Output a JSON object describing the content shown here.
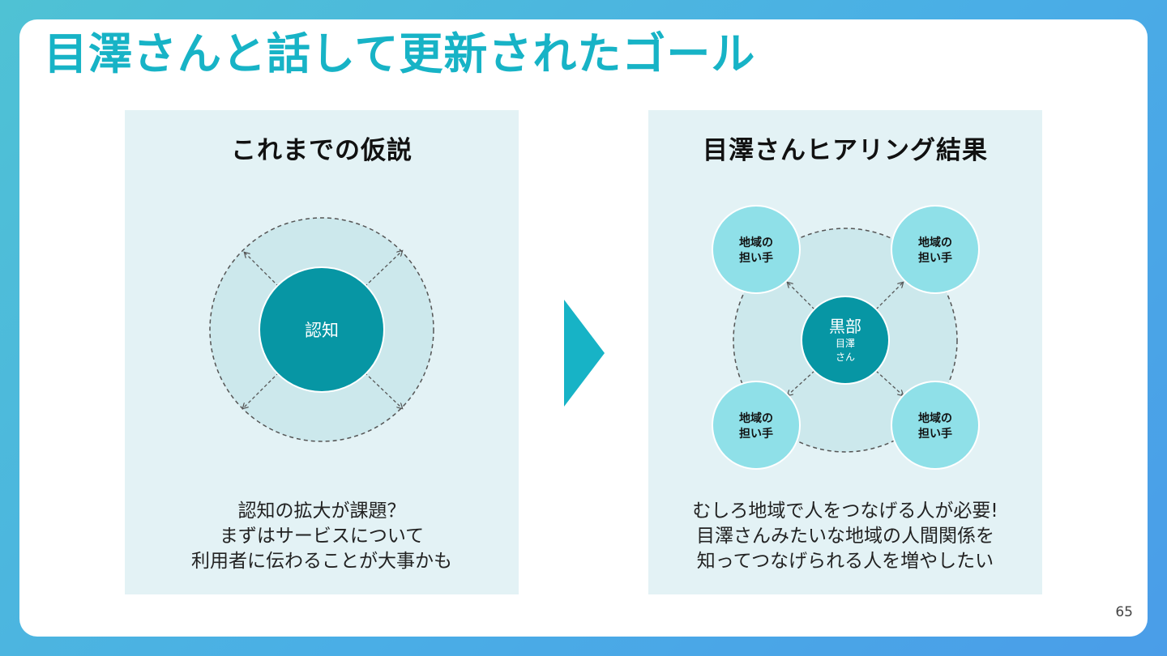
{
  "title": "目澤さんと話して更新されたゴール",
  "page_number": "65",
  "left_panel": {
    "heading": "これまでの仮説",
    "center_label": "認知",
    "description": [
      "認知の拡大が課題？",
      "まずはサービスについて",
      "利用者に伝わることが大事かも"
    ]
  },
  "right_panel": {
    "heading": "目澤さんヒアリング結果",
    "center_label": "黒部",
    "center_sub": [
      "目澤",
      "さん"
    ],
    "nodes": [
      {
        "line1": "地域の",
        "line2": "担い手"
      },
      {
        "line1": "地域の",
        "line2": "担い手"
      },
      {
        "line1": "地域の",
        "line2": "担い手"
      },
      {
        "line1": "地域の",
        "line2": "担い手"
      }
    ],
    "description": [
      "むしろ地域で人をつなげる人が必要!",
      "目澤さんみたいな地域の人間関係を",
      "知ってつなげられる人を増やしたい"
    ]
  },
  "colors": {
    "accent": "#17b3c6",
    "center_circle": "#0796a4",
    "ring": "#cce8ec",
    "node": "#8fe0e8",
    "panel": "#e3f2f5"
  }
}
